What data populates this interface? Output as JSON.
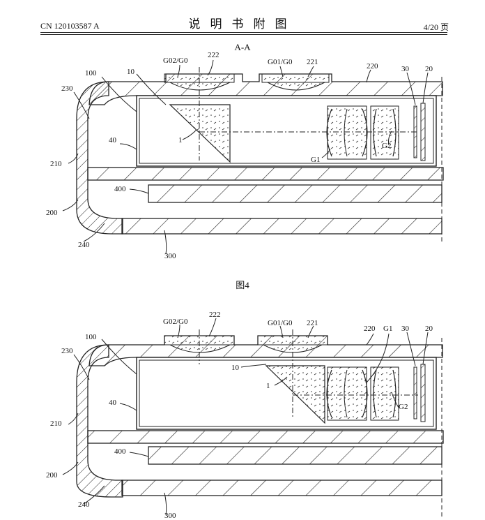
{
  "header": {
    "publication_number": "CN 120103587 A",
    "document_title": "说明书附图",
    "page_indicator": "4/20 页"
  },
  "figure_top": {
    "section_label": "A-A",
    "caption": "图4",
    "labels": {
      "g02": "G02/G0",
      "l222": "222",
      "g01": "G01/G0",
      "l221": "221",
      "l220": "220",
      "l30": "30",
      "l20": "20",
      "l100": "100",
      "l10": "10",
      "l230": "230",
      "l40": "40",
      "l1": "1",
      "l210": "210",
      "lG1": "G1",
      "lG2": "G2",
      "l400": "400",
      "l200": "200",
      "l240": "240",
      "l300": "300"
    }
  },
  "figure_bottom": {
    "labels": {
      "g02": "G02/G0",
      "l222": "222",
      "g01": "G01/G0",
      "l221": "221",
      "l220": "220",
      "lG1": "G1",
      "l30": "30",
      "l20": "20",
      "l100": "100",
      "l230": "230",
      "l10": "10",
      "l1": "1",
      "l40": "40",
      "lG2": "G2",
      "l210": "210",
      "l400": "400",
      "l200": "200",
      "l240": "240",
      "l300": "300"
    }
  }
}
